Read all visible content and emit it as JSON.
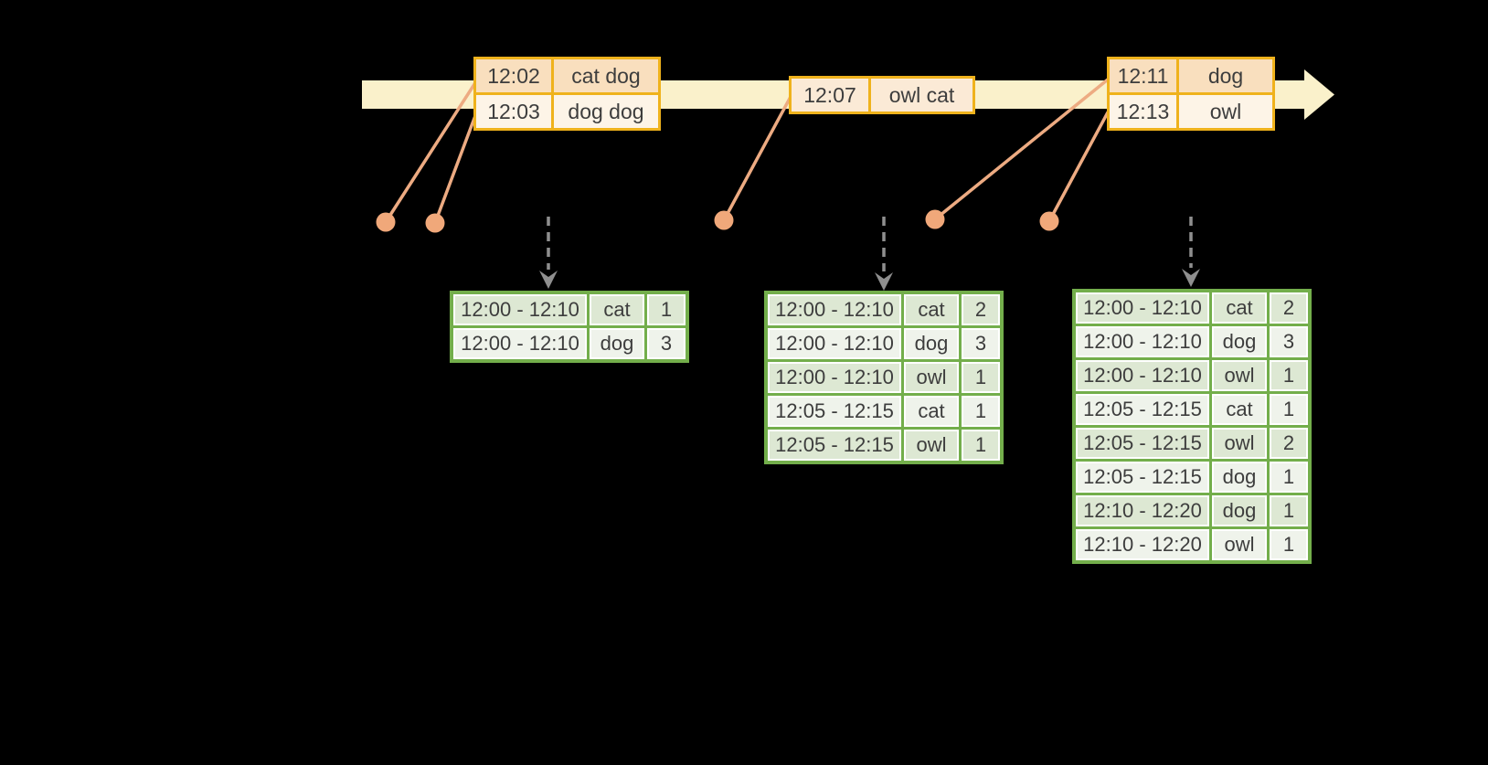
{
  "palette": {
    "background": "#000000",
    "timeline_fill": "#faf1cb",
    "event_table_border": "#efb21c",
    "event_row_dark": "#f9dfbe",
    "event_row_light": "#fdf4e7",
    "event_row_mid": "#fbead6",
    "connector_orange": "#edab82",
    "dot_orange": "#f0a87a",
    "result_table_border": "#73ae4b",
    "result_row_dark": "#dde8d3",
    "result_row_light": "#eff3eb",
    "trigger_arrow_gray": "#8f8f8f",
    "text": "#3d3d3d"
  },
  "event_tables": [
    {
      "rows": [
        {
          "time": "12:02",
          "words": "cat dog",
          "shade": "dark"
        },
        {
          "time": "12:03",
          "words": "dog dog",
          "shade": "light"
        }
      ]
    },
    {
      "rows": [
        {
          "time": "12:07",
          "words": "owl cat",
          "shade": "mid"
        }
      ]
    },
    {
      "rows": [
        {
          "time": "12:11",
          "words": "dog",
          "shade": "dark"
        },
        {
          "time": "12:13",
          "words": "owl",
          "shade": "light"
        }
      ]
    }
  ],
  "result_tables": [
    {
      "rows": [
        {
          "window": "12:00 - 12:10",
          "word": "cat",
          "count": "1"
        },
        {
          "window": "12:00 - 12:10",
          "word": "dog",
          "count": "3"
        }
      ]
    },
    {
      "rows": [
        {
          "window": "12:00 - 12:10",
          "word": "cat",
          "count": "2"
        },
        {
          "window": "12:00 - 12:10",
          "word": "dog",
          "count": "3"
        },
        {
          "window": "12:00 - 12:10",
          "word": "owl",
          "count": "1"
        },
        {
          "window": "12:05 - 12:15",
          "word": "cat",
          "count": "1"
        },
        {
          "window": "12:05 - 12:15",
          "word": "owl",
          "count": "1"
        }
      ]
    },
    {
      "rows": [
        {
          "window": "12:00 - 12:10",
          "word": "cat",
          "count": "2"
        },
        {
          "window": "12:00 - 12:10",
          "word": "dog",
          "count": "3"
        },
        {
          "window": "12:00 - 12:10",
          "word": "owl",
          "count": "1"
        },
        {
          "window": "12:05 - 12:15",
          "word": "cat",
          "count": "1"
        },
        {
          "window": "12:05 - 12:15",
          "word": "owl",
          "count": "2"
        },
        {
          "window": "12:05 - 12:15",
          "word": "dog",
          "count": "1"
        },
        {
          "window": "12:10 - 12:20",
          "word": "dog",
          "count": "1"
        },
        {
          "window": "12:10 - 12:20",
          "word": "owl",
          "count": "1"
        }
      ]
    }
  ]
}
